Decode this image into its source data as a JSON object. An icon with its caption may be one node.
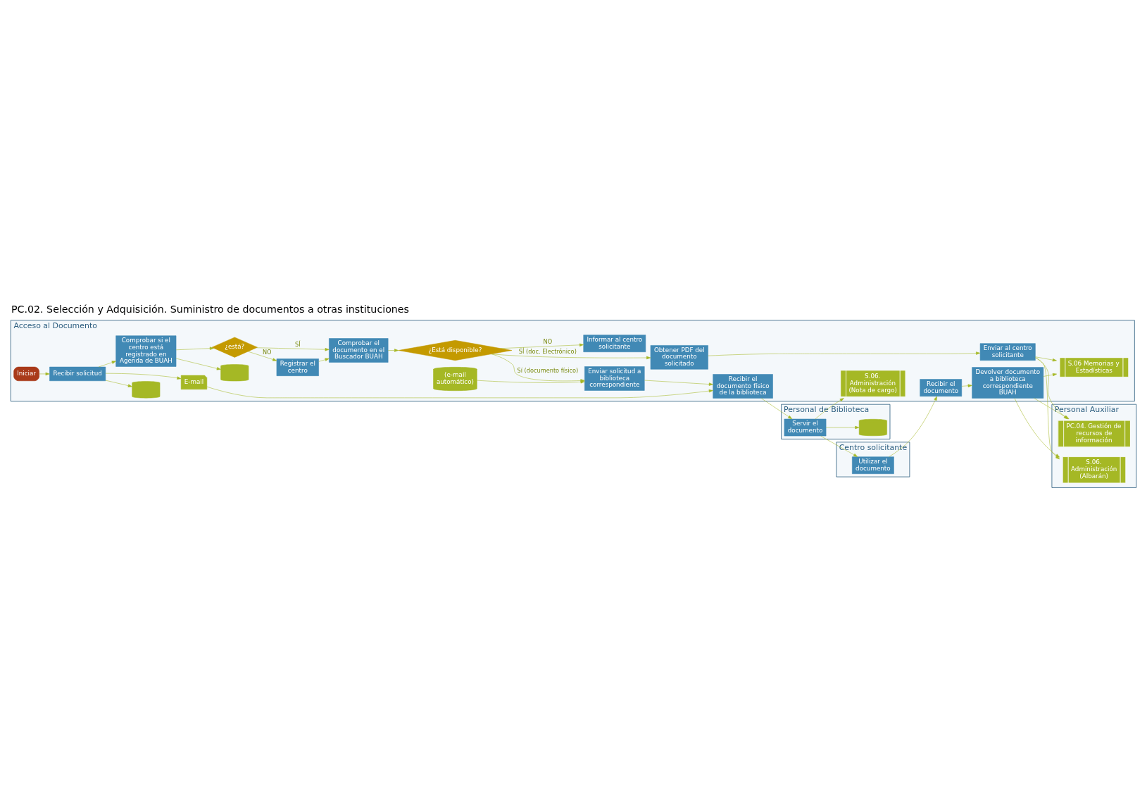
{
  "diagram": {
    "title": "PC.02. Selección y Adquisición. Suministro de documentos a otras instituciones",
    "nodes": [
      {
        "text": [
          "Acceso al Documento"
        ]
      },
      {
        "text": [
          "Personal Auxiliar"
        ]
      },
      {
        "text": [
          "Personal de Biblioteca"
        ]
      },
      {
        "text": [
          "Centro solicitante"
        ]
      },
      {
        "text": [
          "Iniciar"
        ],
        "in": 0
      },
      {
        "text": [
          "Recibir solicitud"
        ],
        "in": 0
      },
      {
        "text": [],
        "shape": "cylinder",
        "in": 0
      },
      {
        "text": [
          "E-mail"
        ],
        "in": 0
      },
      {
        "text": [
          "Comprobar si el centro está registrado en Agenda de BUAH"
        ],
        "in": 0
      },
      {
        "text": [],
        "shape": "cylinder",
        "in": 0
      },
      {
        "text": [
          "¿está?"
        ],
        "in": 0
      },
      {
        "text": [
          "Registrar el centro"
        ],
        "in": 0
      },
      {
        "text": [
          "Comprobar el documento en el Buscador BUAH"
        ],
        "in": 0
      },
      {
        "text": [
          "Informar al centro solicitante"
        ],
        "in": 0
      },
      {
        "text": [
          "¿Está disponible?"
        ],
        "in": 0
      },
      {
        "text": [
          "Obtener PDF del documento solicitado"
        ],
        "in": 0
      },
      {
        "text": [
          "Enviar al centro solicitante"
        ],
        "in": 0
      },
      {
        "text": [
          "(e-mail automático)"
        ],
        "in": 0
      },
      {
        "text": [
          "Enviar solicitud a biblioteca correspondiente"
        ],
        "in": 0
      },
      {
        "text": [
          "S.06 Memorias y Estadísticas"
        ],
        "in": 0
      },
      {
        "text": [
          "Recibir el documento físico de la biblioteca"
        ],
        "in": 0
      },
      {
        "text": [
          "Recibir el documento"
        ],
        "in": 0
      },
      {
        "text": [
          "Devolver documento a biblioteca correspondiente BUAH"
        ],
        "in": 0
      },
      {
        "text": [
          "S.06. Administración (Nota de cargo)"
        ],
        "in": 0
      },
      {
        "text": [
          "PC.04. Gestión de recursos de información"
        ],
        "in": 1
      },
      {
        "text": [
          "S.06. Administración (Albarán)"
        ],
        "in": 1
      },
      {
        "text": [
          "Servir el documento"
        ],
        "in": 2
      },
      {
        "text": [],
        "shape": "cylinder",
        "in": 2
      },
      {
        "text": [
          "Utilizar el documento"
        ],
        "in": 3
      }
    ],
    "edges": [
      {
        "from": 4,
        "to": 5,
        "arrow": "to"
      },
      {
        "from": 5,
        "to": 6,
        "arrow": "to"
      },
      {
        "from": 5,
        "to": 7,
        "arrow": "to"
      },
      {
        "from": 5,
        "to": 8,
        "arrow": "to"
      },
      {
        "from": 8,
        "to": 9,
        "arrow": "to"
      },
      {
        "from": 8,
        "to": 10,
        "arrow": "to"
      },
      {
        "from": 10,
        "to": 11,
        "arrow": "to",
        "label": "NO"
      },
      {
        "from": 10,
        "to": 12,
        "arrow": "to",
        "label": "SÍ"
      },
      {
        "from": 11,
        "to": 12,
        "arrow": "to"
      },
      {
        "from": 12,
        "to": 14,
        "arrow": "to"
      },
      {
        "from": 14,
        "to": 13,
        "arrow": "to",
        "label": "NO"
      },
      {
        "from": 14,
        "to": 15,
        "arrow": "to",
        "label": "SÍ (doc. Electrónico)"
      },
      {
        "from": 14,
        "to": 18,
        "arrow": "to",
        "label": "Sí (documento físico)"
      },
      {
        "from": 17,
        "to": 18,
        "arrow": "to"
      },
      {
        "from": 18,
        "to": 20,
        "arrow": "to"
      },
      {
        "from": 7,
        "to": 20,
        "arrow": "to"
      },
      {
        "from": 20,
        "to": 26,
        "arrow": "to"
      },
      {
        "from": 26,
        "to": 23,
        "arrow": "to"
      },
      {
        "from": 26,
        "to": 27,
        "arrow": "to"
      },
      {
        "from": 26,
        "to": 28,
        "arrow": "to"
      },
      {
        "from": 28,
        "to": 21,
        "arrow": "to"
      },
      {
        "from": 21,
        "to": 22,
        "arrow": "to"
      },
      {
        "from": 22,
        "to": 19,
        "arrow": "to"
      },
      {
        "from": 22,
        "to": 24,
        "arrow": "to"
      },
      {
        "from": 22,
        "to": 25,
        "arrow": "to"
      },
      {
        "from": 15,
        "to": 16,
        "arrow": "to"
      },
      {
        "from": 16,
        "to": 19,
        "arrow": "to"
      },
      {
        "from": 16,
        "to": 24,
        "arrow": "to"
      },
      {
        "from": 16,
        "to": 25,
        "arrow": "to"
      }
    ]
  }
}
